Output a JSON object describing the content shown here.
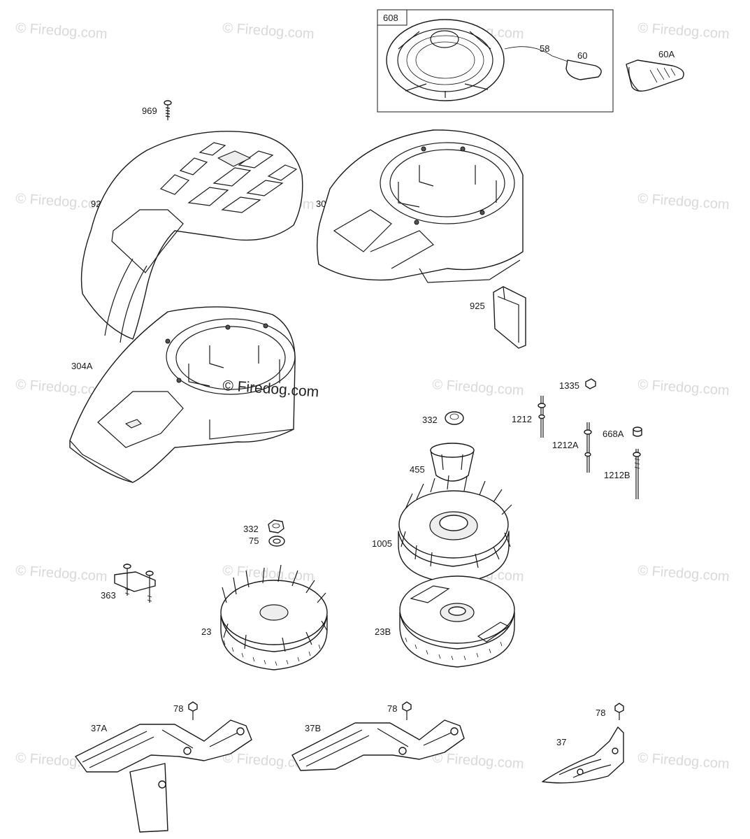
{
  "watermark": {
    "repeat_text": "© Firedog.com",
    "center_text": "© Firedog.com"
  },
  "callouts": {
    "c608": "608",
    "c58": "58",
    "c60": "60",
    "c60A": "60A",
    "c969": "969",
    "c921A": "921A",
    "c304": "304",
    "c925": "925",
    "c304A": "304A",
    "c1335": "1335",
    "c332a": "332",
    "c1212": "1212",
    "c668A": "668A",
    "c1212A": "1212A",
    "c455": "455",
    "c1212B": "1212B",
    "c332b": "332",
    "c75": "75",
    "c1005": "1005",
    "c363": "363",
    "c23": "23",
    "c23B": "23B",
    "c78a": "78",
    "c78b": "78",
    "c78c": "78",
    "c37A": "37A",
    "c37B": "37B",
    "c37": "37"
  }
}
